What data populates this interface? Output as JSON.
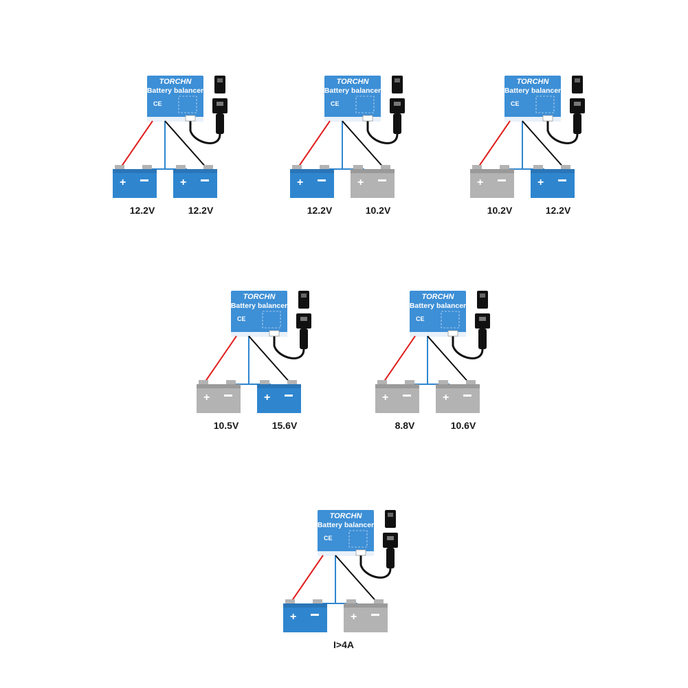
{
  "module": {
    "brand": "TORCHN",
    "title": "Battery balancer",
    "ce_mark": "CE"
  },
  "panels": [
    {
      "left_battery": "blue",
      "right_battery": "blue",
      "left_label": "12.2V",
      "right_label": "12.2V",
      "center_label": ""
    },
    {
      "left_battery": "blue",
      "right_battery": "gray",
      "left_label": "12.2V",
      "right_label": "10.2V",
      "center_label": ""
    },
    {
      "left_battery": "gray",
      "right_battery": "blue",
      "left_label": "10.2V",
      "right_label": "12.2V",
      "center_label": ""
    },
    {
      "left_battery": "gray",
      "right_battery": "blue",
      "left_label": "10.5V",
      "right_label": "15.6V",
      "center_label": ""
    },
    {
      "left_battery": "gray",
      "right_battery": "gray",
      "left_label": "8.8V",
      "right_label": "10.6V",
      "center_label": ""
    },
    {
      "left_battery": "blue",
      "right_battery": "gray",
      "left_label": "",
      "right_label": "",
      "center_label": "I>4A"
    }
  ],
  "colors": {
    "module_blue": "#3d8fd6",
    "battery_blue": "#2f86cf",
    "battery_gray": "#b3b3b3",
    "wire_red": "#e02020",
    "wire_blue": "#2f86cf",
    "wire_black": "#111111"
  },
  "icons": {
    "usb_plug": "usb-plug-icon",
    "battery": "battery-icon"
  }
}
